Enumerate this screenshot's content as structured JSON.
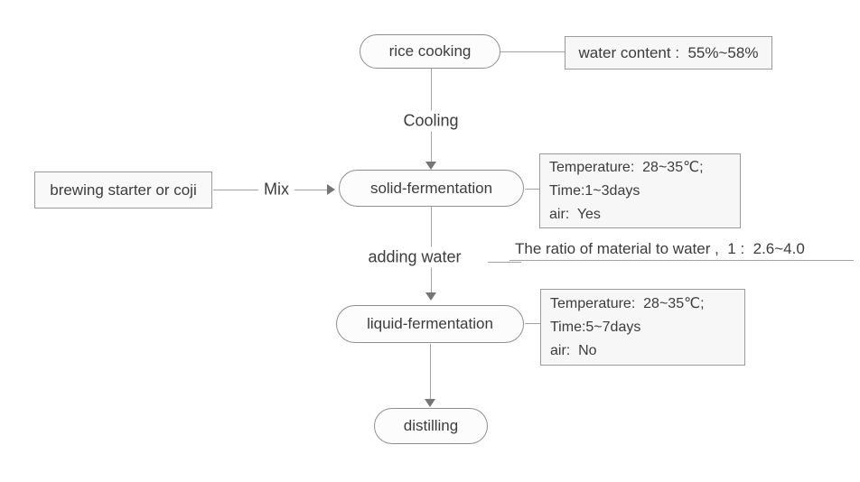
{
  "flowchart": {
    "nodes": {
      "rice_cooking": {
        "label": "rice cooking"
      },
      "brewing_starter": {
        "label": "brewing starter or coji"
      },
      "solid_fermentation": {
        "label": "solid-fermentation"
      },
      "liquid_fermentation": {
        "label": "liquid-fermentation"
      },
      "distilling": {
        "label": "distilling"
      }
    },
    "edge_labels": {
      "cooling": "Cooling",
      "mix": "Mix",
      "adding_water": "adding water"
    },
    "notes": {
      "water_content": {
        "text": "water content :  55%~58%"
      },
      "solid_conditions": {
        "lines": [
          "Temperature:  28~35℃;",
          "Time:1~3days",
          "air:  Yes"
        ]
      },
      "liquid_conditions": {
        "lines": [
          "Temperature:  28~35℃;",
          "Time:5~7days",
          "air:  No"
        ]
      },
      "ratio_note": {
        "text": "The ratio of material to water ,  1 :  2.6~4.0"
      }
    },
    "colors": {
      "shape_border": "#8f8f8f",
      "node_fill": "#fcfcfc",
      "note_fill": "#f7f7f7",
      "text": "#3c3c3c",
      "connector": "#a3a3a3",
      "arrowhead": "#757575"
    }
  }
}
